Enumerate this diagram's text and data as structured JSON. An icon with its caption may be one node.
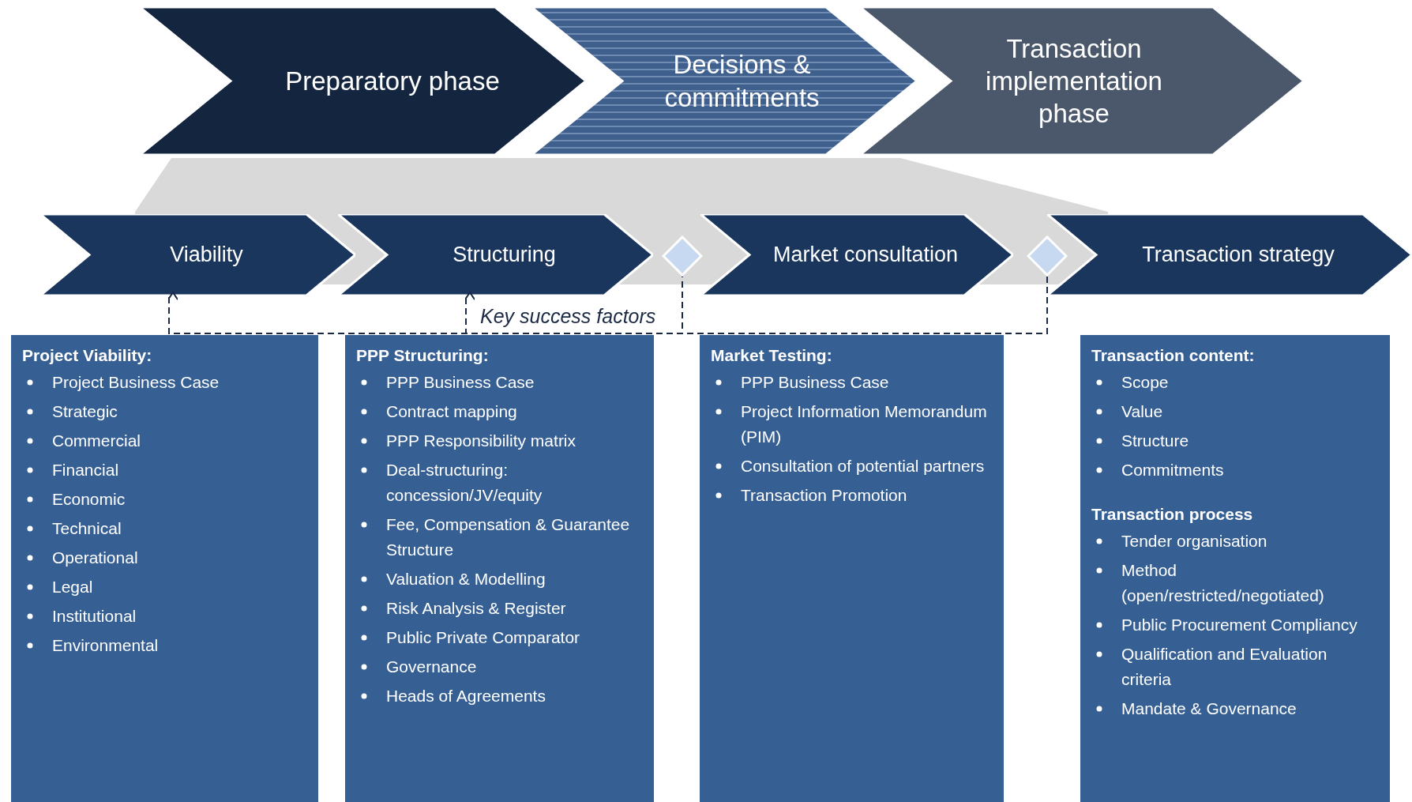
{
  "diagram": {
    "nodes": [
      {
        "text": [
          "Preparatory phase"
        ]
      },
      {
        "text": [
          "Decisions & commitments"
        ]
      },
      {
        "text": [
          "Transaction implementation phase"
        ]
      },
      {
        "text": [
          "Viability"
        ]
      },
      {
        "text": [
          "Structuring"
        ]
      },
      {
        "text": [],
        "shape": "diamond"
      },
      {
        "text": [
          "Market consultation"
        ]
      },
      {
        "text": [],
        "shape": "diamond"
      },
      {
        "text": [
          "Transaction strategy"
        ]
      },
      {
        "text": [
          "Project Viability:",
          "Project Business Case",
          "Strategic",
          "Commercial",
          "Financial",
          "Economic",
          "Technical",
          "Operational",
          "Legal",
          "Institutional",
          "Environmental"
        ]
      },
      {
        "text": [
          "PPP Structuring:",
          "PPP Business Case",
          "Contract mapping",
          "PPP Responsibility matrix",
          "Deal-structuring: concession/JV/equity",
          "Fee, Compensation & Guarantee Structure",
          "Valuation & Modelling",
          "Risk Analysis & Register",
          "Public Private Comparator",
          "Governance",
          "Heads of Agreements"
        ]
      },
      {
        "text": [
          "Market Testing:",
          "PPP Business Case",
          "Project Information Memorandum (PIM)",
          "Consultation of potential partners",
          "Transaction Promotion"
        ]
      },
      {
        "text": [
          "Transaction content:",
          "Scope",
          "Value",
          "Structure",
          "Commitments",
          "Transaction process",
          "Tender organisation",
          "Method (open/restricted/negotiated)",
          "Public Procurement Compliancy",
          "Qualification and Evaluation criteria",
          "Mandate & Governance"
        ]
      }
    ],
    "edges": [
      {
        "from": 5,
        "to": 3,
        "arrow": "to",
        "style": "dashed"
      },
      {
        "from": 5,
        "to": 4,
        "arrow": "to",
        "style": "dashed",
        "label": "Key success factors"
      },
      {
        "from": 7,
        "to": 3,
        "arrow": "to",
        "style": "dashed"
      },
      {
        "from": 7,
        "to": 4,
        "arrow": "to",
        "style": "dashed"
      }
    ]
  }
}
